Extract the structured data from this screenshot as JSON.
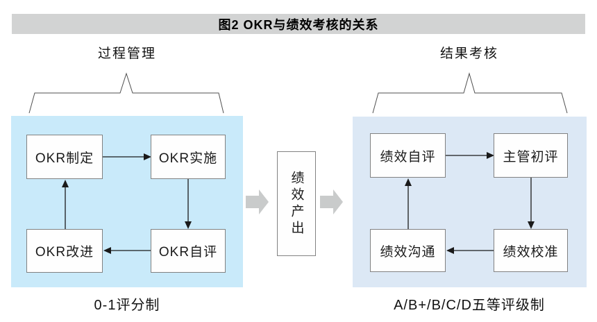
{
  "title": "图2  OKR与绩效考核的关系",
  "left_section": {
    "header": "过程管理",
    "nodes": [
      "OKR制定",
      "OKR实施",
      "OKR自评",
      "OKR改进"
    ],
    "flow": "OKR制定 → OKR实施 → OKR自评 → OKR改进 → OKR制定 (循环)",
    "footer": "0-1评分制",
    "panel_color": "#c9eafa"
  },
  "center": {
    "output_label": "绩效产出",
    "flow": "过程管理 → 绩效产出 → 结果考核"
  },
  "right_section": {
    "header": "结果考核",
    "nodes": [
      "绩效自评",
      "主管初评",
      "绩效校准",
      "绩效沟通"
    ],
    "flow": "绩效自评 → 主管初评 → 绩效校准 → 绩效沟通 → 绩效自评 (循环)",
    "footer": "A/B+/B/C/D五等评级制",
    "panel_color": "#dce8f5"
  },
  "colors": {
    "title_bar_bg": "#d2d3d3",
    "left_panel_bg": "#c9eafa",
    "right_panel_bg": "#dce8f5",
    "node_box_bg": "#fefefe",
    "node_box_border": "#818181",
    "thin_arrow": "#1a1a1a",
    "block_arrow": "#c9cbcb",
    "brace_line": "#4f4f4f"
  }
}
